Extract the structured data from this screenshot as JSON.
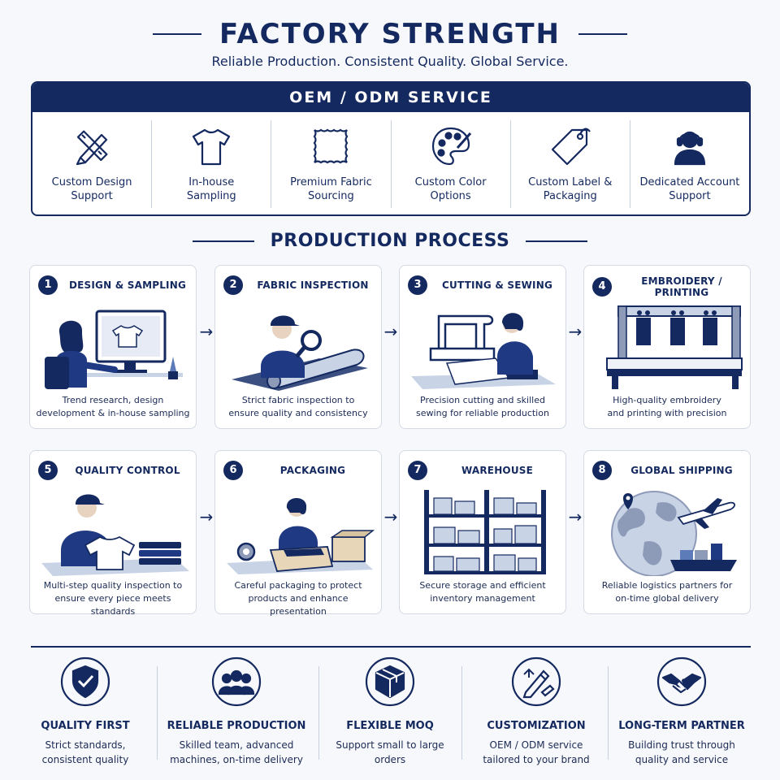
{
  "header": {
    "title": "FACTORY STRENGTH",
    "subtitle": "Reliable Production. Consistent Quality. Global Service."
  },
  "oem": {
    "heading": "OEM / ODM SERVICE",
    "items": [
      {
        "label": "Custom Design\nSupport",
        "icon": "design-tools-icon"
      },
      {
        "label": "In-house\nSampling",
        "icon": "tshirt-icon"
      },
      {
        "label": "Premium Fabric\nSourcing",
        "icon": "fabric-swatch-icon"
      },
      {
        "label": "Custom Color\nOptions",
        "icon": "palette-icon"
      },
      {
        "label": "Custom Label &\nPackaging",
        "icon": "tag-icon"
      },
      {
        "label": "Dedicated Account\nSupport",
        "icon": "headset-agent-icon"
      }
    ]
  },
  "process": {
    "heading": "PRODUCTION PROCESS",
    "steps": [
      {
        "num": "1",
        "name": "DESIGN & SAMPLING",
        "desc": "Trend research, design\ndevelopment & in-house sampling"
      },
      {
        "num": "2",
        "name": "FABRIC INSPECTION",
        "desc": "Strict fabric inspection to\nensure quality and consistency"
      },
      {
        "num": "3",
        "name": "CUTTING & SEWING",
        "desc": "Precision cutting and skilled\nsewing for reliable production"
      },
      {
        "num": "4",
        "name": "EMBROIDERY / PRINTING",
        "desc": "High-quality embroidery\nand printing with precision"
      },
      {
        "num": "5",
        "name": "QUALITY CONTROL",
        "desc": "Multi-step quality inspection to\nensure every piece meets standards"
      },
      {
        "num": "6",
        "name": "PACKAGING",
        "desc": "Careful packaging to protect\nproducts and enhance presentation"
      },
      {
        "num": "7",
        "name": "WAREHOUSE",
        "desc": "Secure storage and efficient\ninventory management"
      },
      {
        "num": "8",
        "name": "GLOBAL SHIPPING",
        "desc": "Reliable logistics partners for\non-time global delivery"
      }
    ]
  },
  "features": [
    {
      "title": "QUALITY FIRST",
      "desc": "Strict standards,\nconsistent quality",
      "icon": "shield-check-icon"
    },
    {
      "title": "RELIABLE PRODUCTION",
      "desc": "Skilled team, advanced\nmachines, on-time delivery",
      "icon": "team-icon"
    },
    {
      "title": "FLEXIBLE MOQ",
      "desc": "Support small to large\norders",
      "icon": "box-icon"
    },
    {
      "title": "CUSTOMIZATION",
      "desc": "OEM / ODM service\ntailored to your brand",
      "icon": "pencil-ruler-icon"
    },
    {
      "title": "LONG-TERM PARTNER",
      "desc": "Building trust through\nquality and service",
      "icon": "handshake-icon"
    }
  ],
  "colors": {
    "primary": "#14295f",
    "background": "#f7f8fb",
    "card": "#ffffff",
    "accent_light": "#c9d3e6"
  }
}
